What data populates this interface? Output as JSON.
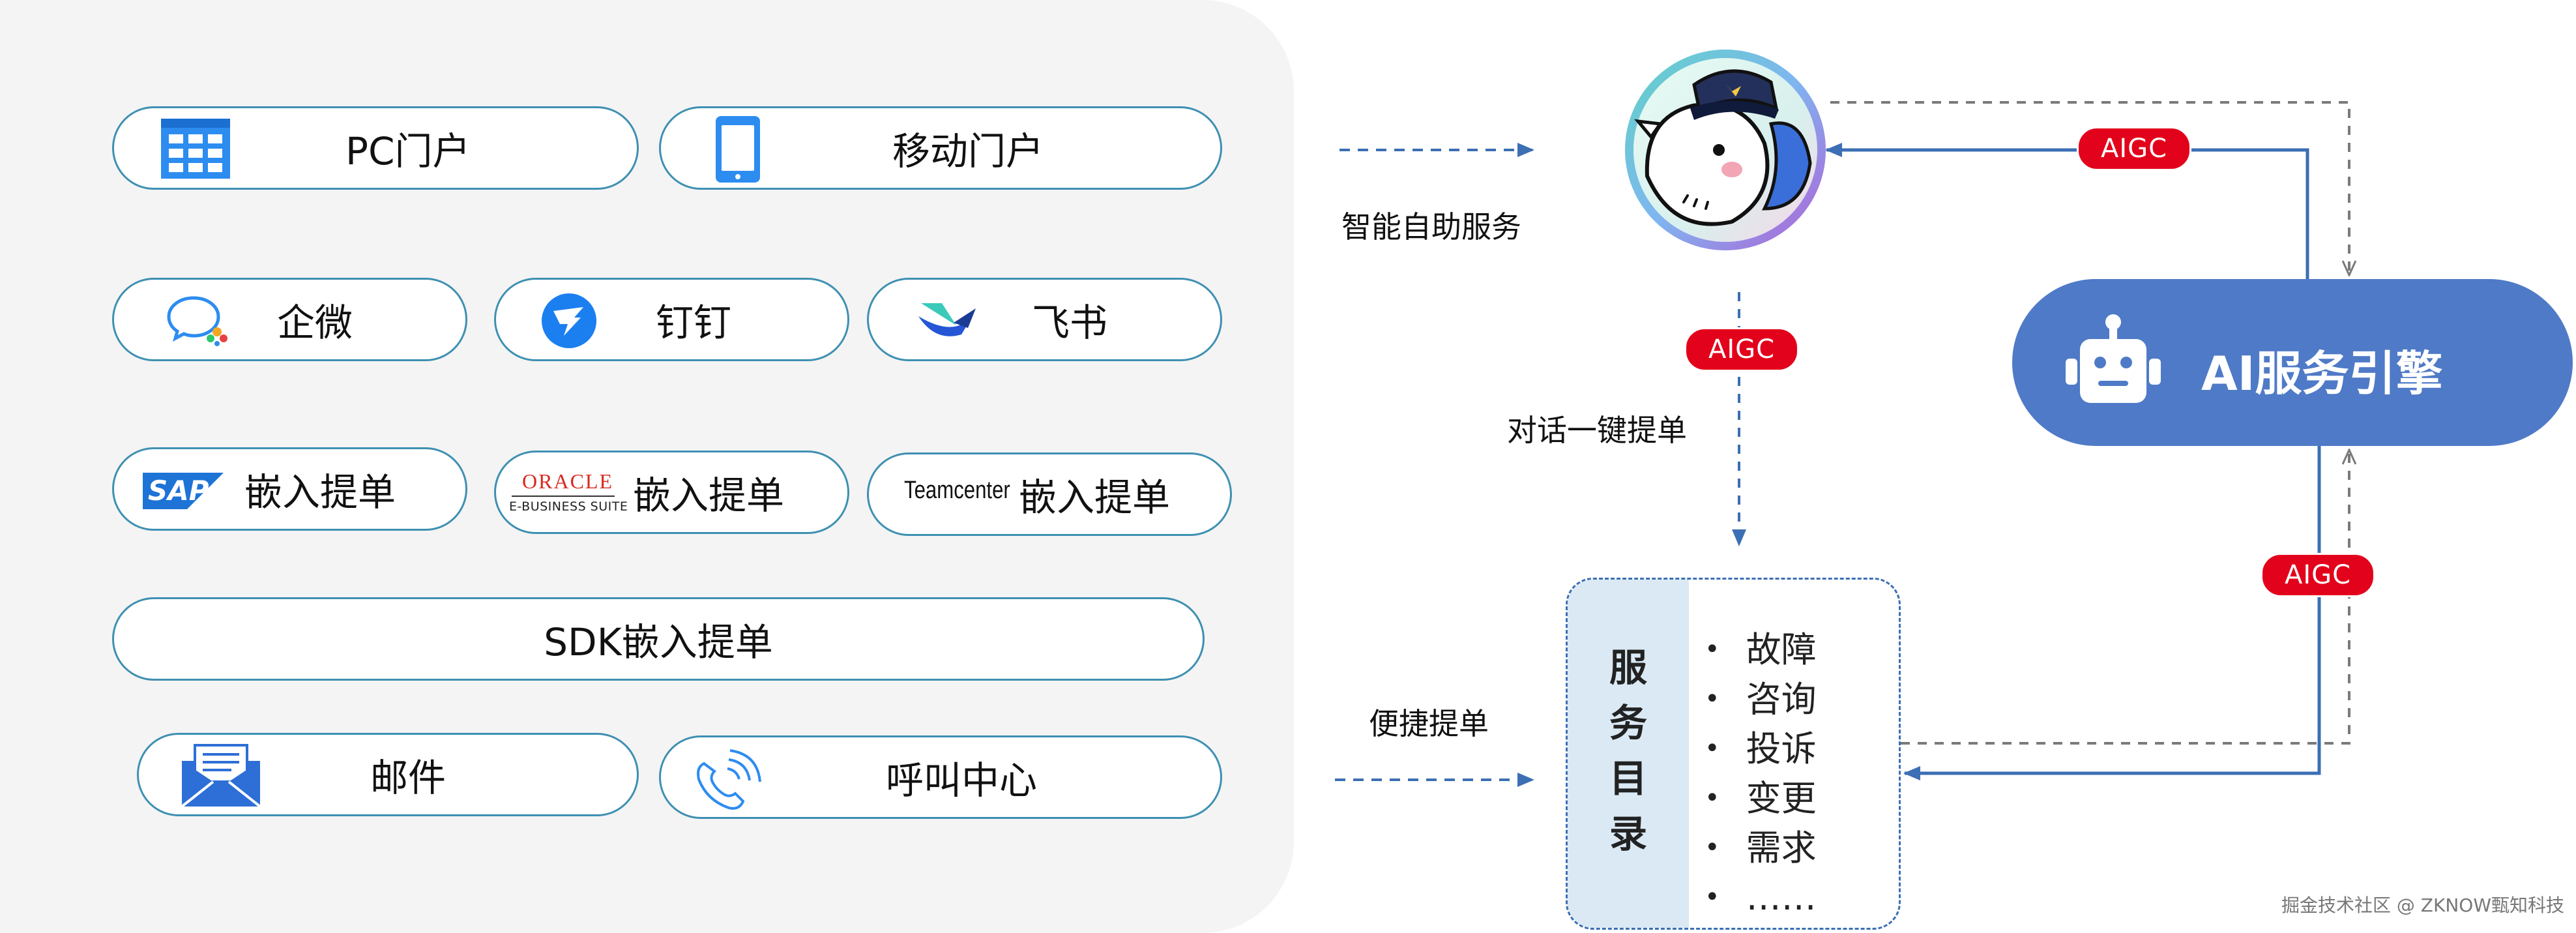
{
  "channels": {
    "pc_portal": "PC门户",
    "mobile_portal": "移动门户",
    "wecom": "企微",
    "dingtalk": "钉钉",
    "feishu": "飞书",
    "sap_logo": "SAP",
    "sap_label": "嵌入提单",
    "oracle_logo": "ORACLE",
    "oracle_sub": "E-BUSINESS SUITE",
    "oracle_label": "嵌入提单",
    "teamcenter_logo": "Teamcenter",
    "teamcenter_label": "嵌入提单",
    "sdk": "SDK嵌入提单",
    "email": "邮件",
    "call_center": "呼叫中心"
  },
  "flow": {
    "self_service": "智能自助服务",
    "chat_ticket": "对话一键提单",
    "quick_ticket": "便捷提单",
    "aigc_top": "AIGC",
    "aigc_middle": "AIGC",
    "aigc_right": "AIGC"
  },
  "engine": {
    "label": "AI服务引擎"
  },
  "catalog": {
    "title_chars": [
      "服",
      "务",
      "目",
      "录"
    ],
    "items": [
      "故障",
      "咨询",
      "投诉",
      "变更",
      "需求",
      "……"
    ]
  },
  "watermark": "掘金技术社区 @ ZKNOW甄知科技",
  "colors": {
    "pill_border": "#3e90b2",
    "arrow_blue": "#3c6fb3",
    "aigc_red": "#e3021b",
    "engine_bg": "#4f7ac7"
  }
}
